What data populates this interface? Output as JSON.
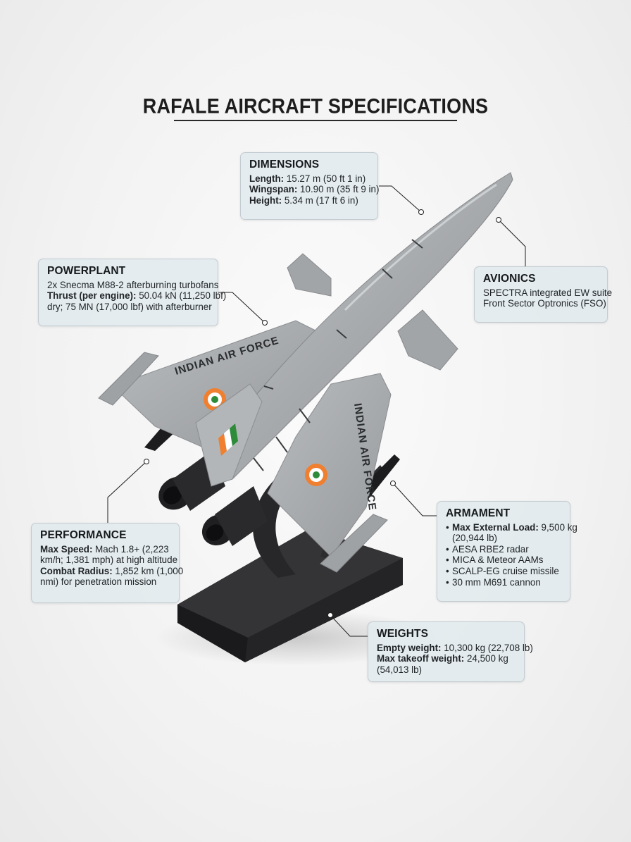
{
  "title": "RAFALE AIRCRAFT SPECIFICATIONS",
  "aircraft": {
    "roundel_colors": {
      "outer": "#f07f2f",
      "middle": "#ffffff",
      "inner": "#2e8b3a"
    },
    "body_color": "#a9acaf",
    "stand_color": "#2b2b2d",
    "markings": {
      "left_wing": "INDIAN AIR FORCE",
      "right_wing": "INDIAN AIR FORCE"
    }
  },
  "cards": {
    "dimensions": {
      "heading": "DIMENSIONS",
      "length_label": "Length:",
      "length_value": " 15.27 m (50 ft 1 in)",
      "wingspan_label": "Wingspan:",
      "wingspan_value": " 10.90 m (35 ft 9 in)",
      "height_label": "Height:",
      "height_value": " 5.34 m (17 ft 6 in)"
    },
    "powerplant": {
      "heading": "POWERPLANT",
      "engines": "2x Snecma M88-2 afterburning turbofans",
      "thrust_label": "Thrust (per engine):",
      "thrust_value_1": " 50.04 kN (11,250 lbf)",
      "thrust_value_2": "dry; 75 MN (17,000 lbf) with afterburner"
    },
    "avionics": {
      "heading": "AVIONICS",
      "line1": "SPECTRA integrated EW suite",
      "line2": "Front Sector Optronics (FSO)"
    },
    "performance": {
      "heading": "PERFORMANCE",
      "speed_label": "Max Speed:",
      "speed_value_1": " Mach 1.8+ (2,223",
      "speed_value_2": "km/h; 1,381 mph) at high altitude",
      "radius_label": "Combat Radius:",
      "radius_value_1": " 1,852 km (1,000",
      "radius_value_2": "nmi) for penetration mission"
    },
    "armament": {
      "heading": "ARMAMENT",
      "load_label": "Max External Load:",
      "load_value_1": " 9,500 kg",
      "load_value_2": "(20,944 lb)",
      "items": [
        "AESA RBE2 radar",
        "MICA & Meteor AAMs",
        "SCALP-EG cruise missile",
        "30 mm M691 cannon"
      ],
      "bullet": "•"
    },
    "weights": {
      "heading": "WEIGHTS",
      "empty_label": "Empty weight:",
      "empty_value": " 10,300 kg (22,708 lb)",
      "mtow_label": "Max takeoff weight:",
      "mtow_value_1": " 24,500 kg",
      "mtow_value_2": "(54,013 lb)"
    }
  }
}
